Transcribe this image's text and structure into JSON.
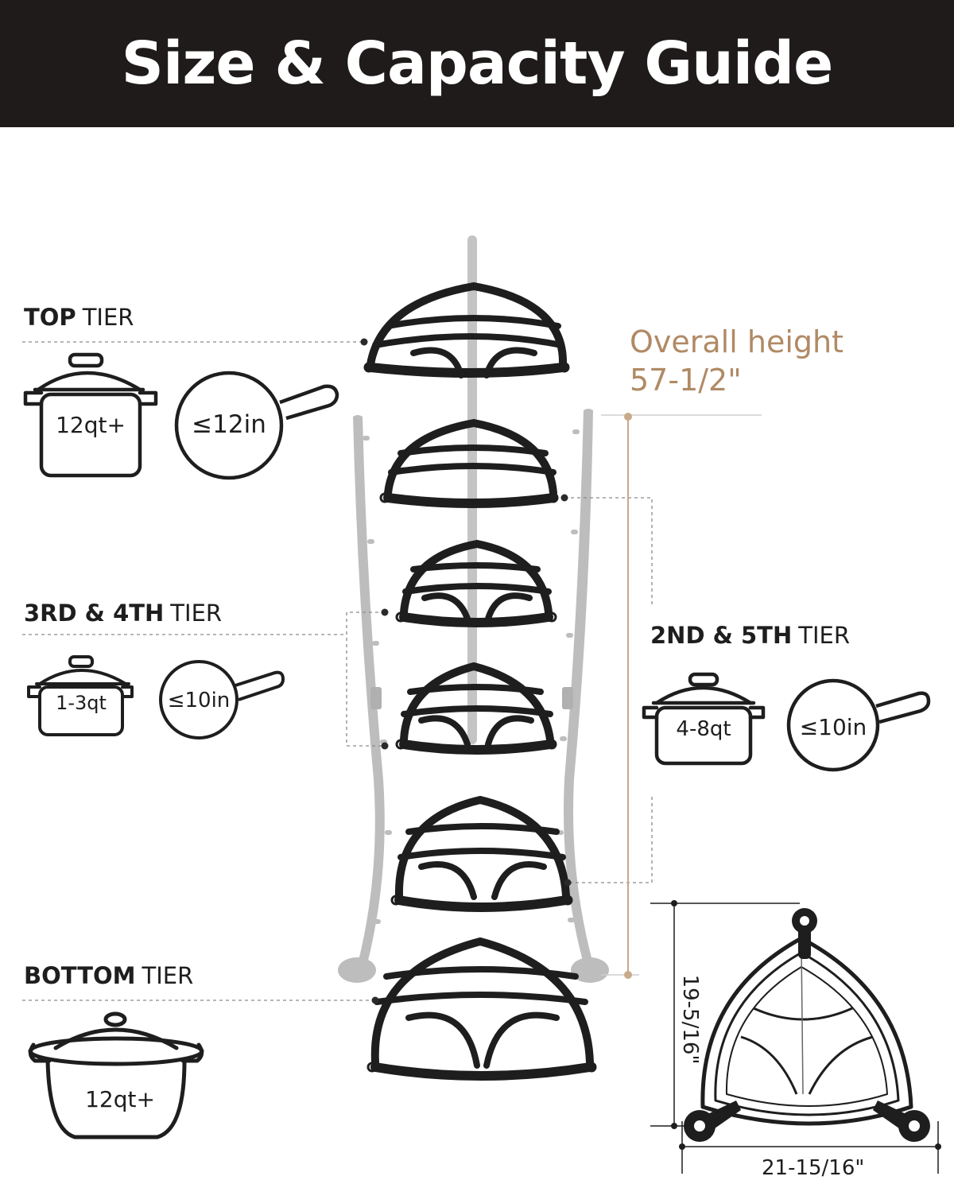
{
  "header": {
    "title": "Size & Capacity Guide"
  },
  "tiers": {
    "top": {
      "strong": "TOP",
      "light": "TIER",
      "pot": "12qt+",
      "pan": "≤12in"
    },
    "third_fourth": {
      "strong": "3RD & 4TH",
      "light": "TIER",
      "pot": "1-3qt",
      "pan": "≤10in"
    },
    "second_fifth": {
      "strong": "2ND & 5TH",
      "light": "TIER",
      "pot": "4-8qt",
      "pan": "≤10in"
    },
    "bottom": {
      "strong": "BOTTOM",
      "light": "TIER",
      "pot": "12qt+"
    }
  },
  "overall_height": {
    "line1": "Overall height",
    "line2": "57-1/2\""
  },
  "dimensions": {
    "depth": "19-5/16\"",
    "width": "21-15/16\""
  },
  "colors": {
    "header_bg": "#1e1b1a",
    "accent_tan": "#b08a65",
    "pole_gray": "#bdbdbd",
    "rack_black": "#1e1e1e"
  }
}
